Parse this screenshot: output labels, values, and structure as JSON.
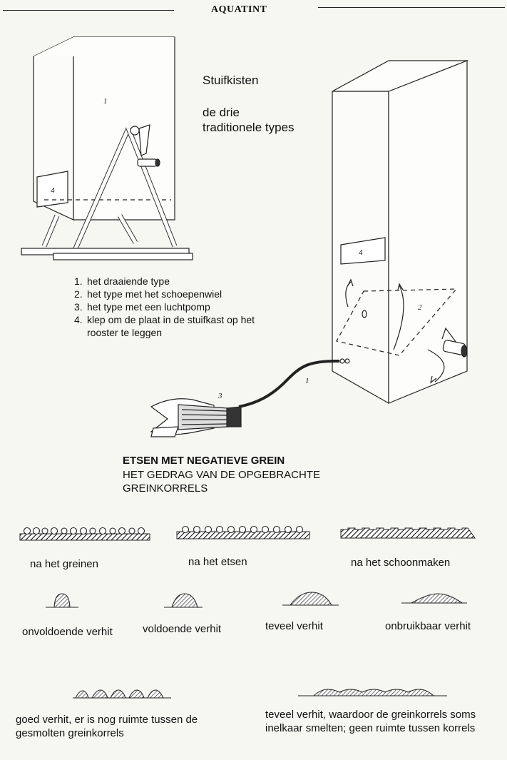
{
  "header": {
    "title": "AQUATINT"
  },
  "caption": {
    "title": "Stuifkisten",
    "subtitle": "de drie traditionele types"
  },
  "figure_numbers": {
    "one": "1",
    "two": "2",
    "three": "3",
    "four": "4"
  },
  "legend": [
    {
      "num": "1.",
      "text": "het draaiende type"
    },
    {
      "num": "2.",
      "text": "het type met het schoepenwiel"
    },
    {
      "num": "3.",
      "text": "het type met een luchtpomp"
    },
    {
      "num": "4.",
      "text": "klep om de plaat in de stuifkast op het rooster te leggen"
    }
  ],
  "section": {
    "title": "ETSEN MET NEGATIEVE GREIN",
    "subtitle": "HET GEDRAG VAN DE OPGEBRACHTE GREINKORRELS"
  },
  "stages": {
    "grain": "na het greinen",
    "etch": "na het etsen",
    "clean": "na het schoonmaken"
  },
  "heating": {
    "under": "onvoldoende verhit",
    "enough": "voldoende verhit",
    "too_much": "teveel verhit",
    "unusable": "onbruikbaar verhit"
  },
  "notes": {
    "good": "goed verhit, er is nog ruimte tussen de gesmolten greinkorrels",
    "bad": "teveel verhit, waardoor de greinkorrels soms inelkaar smelten; geen ruimte tussen korrels"
  }
}
